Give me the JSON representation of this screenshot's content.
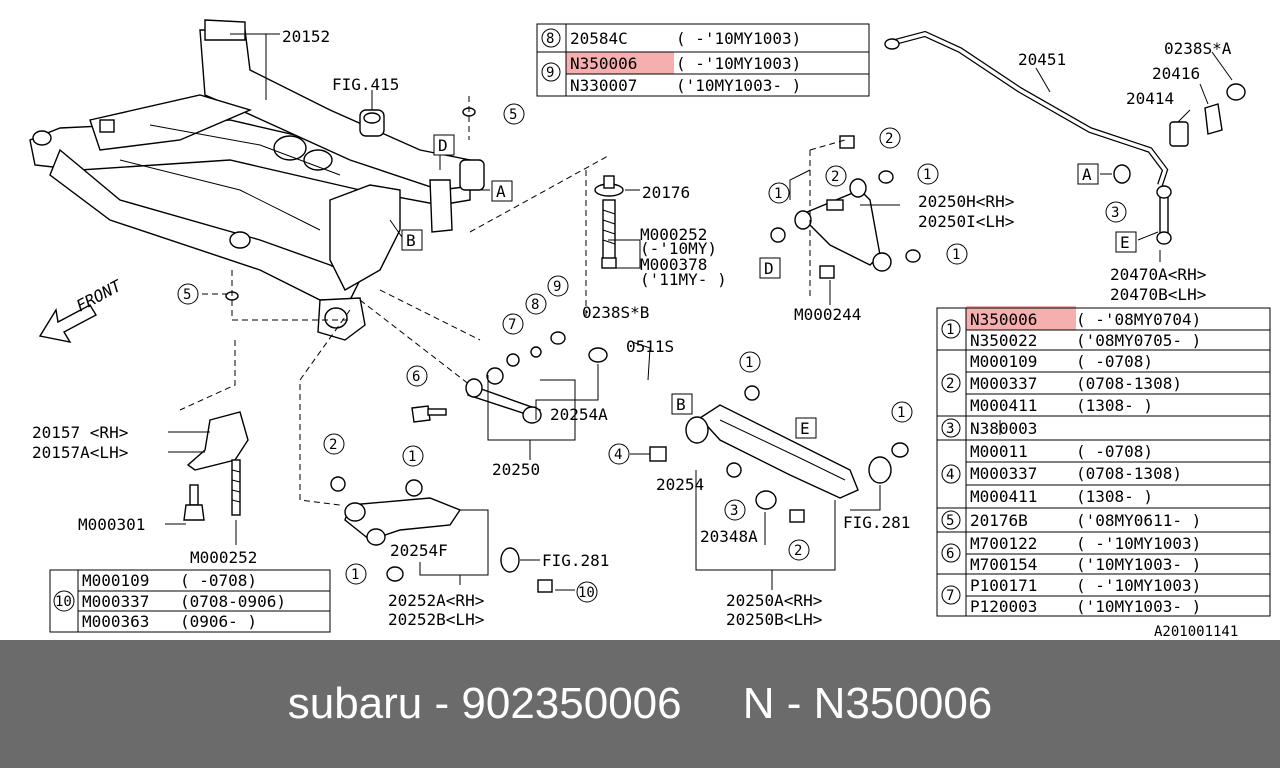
{
  "labels": {
    "p20152": "20152",
    "fig415": "FIG.415",
    "p20176": "20176",
    "m252": "M000252",
    "m252_note": "(-'10MY)",
    "m378": "M000378",
    "m378_note": "('11MY-  )",
    "front": "FRONT",
    "p20157": "20157 <RH>",
    "p20157a": "20157A<LH>",
    "m301": "M000301",
    "m252b": "M000252",
    "p0238sb": "0238S*B",
    "p0511s": "0511S",
    "p20254a": "20254A",
    "p20250": "20250",
    "p20254f": "20254F",
    "fig281a": "FIG.281",
    "p20252a": "20252A<RH>",
    "p20252b": "20252B<LH>",
    "p20254": "20254",
    "p20348a": "20348A",
    "fig281b": "FIG.281",
    "p20250a": "20250A<RH>",
    "p20250b": "20250B<LH>",
    "p20451": "20451",
    "p0238sa": "0238S*A",
    "p20416": "20416",
    "p20414": "20414",
    "p20250h": "20250H<RH>",
    "p20250i": "20250I<LH>",
    "m244": "M000244",
    "p20470a": "20470A<RH>",
    "p20470b": "20470B<LH>",
    "ref": "A201001141",
    "letter_a": "A",
    "letter_b": "B",
    "letter_d": "D",
    "letter_e": "E"
  },
  "callouts": [
    "1",
    "2",
    "3",
    "4",
    "5",
    "6",
    "7",
    "8",
    "9",
    "10"
  ],
  "top_table": [
    {
      "num": "8",
      "part": "20584C",
      "range": "(     -'10MY1003)"
    },
    {
      "num": "9",
      "part": "N350006",
      "range": "(     -'10MY1003)"
    },
    {
      "num": "",
      "part": "N330007",
      "range": "('10MY1003-     )"
    }
  ],
  "left_table": {
    "num": "10",
    "rows": [
      {
        "part": "M000109",
        "range": "(   -0708)"
      },
      {
        "part": "M000337",
        "range": "(0708-0906)"
      },
      {
        "part": "M000363",
        "range": "(0906-   )"
      }
    ]
  },
  "right_table": [
    {
      "num": "1",
      "rows": [
        {
          "part": "N350006",
          "range": "(   -'08MY0704)"
        },
        {
          "part": "N350022",
          "range": "('08MY0705-     )"
        }
      ]
    },
    {
      "num": "2",
      "rows": [
        {
          "part": "M000109",
          "range": "(      -0708)"
        },
        {
          "part": "M000337",
          "range": "(0708-1308)"
        },
        {
          "part": "M000411",
          "range": "(1308-      )"
        }
      ]
    },
    {
      "num": "3",
      "rows": [
        {
          "part": "N380003",
          "range": ""
        }
      ]
    },
    {
      "num": "4",
      "rows": [
        {
          "part": "M00011",
          "range": "(      -0708)"
        },
        {
          "part": "M000337",
          "range": "(0708-1308)"
        },
        {
          "part": "M000411",
          "range": "(1308-      )"
        }
      ]
    },
    {
      "num": "5",
      "rows": [
        {
          "part": "20176B",
          "range": "('08MY0611-   )"
        }
      ]
    },
    {
      "num": "6",
      "rows": [
        {
          "part": "M700122",
          "range": "(     -'10MY1003)"
        },
        {
          "part": "M700154",
          "range": "('10MY1003-     )"
        }
      ]
    },
    {
      "num": "7",
      "rows": [
        {
          "part": "P100171",
          "range": "(     -'10MY1003)"
        },
        {
          "part": "P120003",
          "range": "('10MY1003-     )"
        }
      ]
    }
  ],
  "footer": {
    "brand": "subaru",
    "sep1": " - ",
    "number": "902350006",
    "gap": "     ",
    "code": "N",
    "sep2": " - ",
    "part": "N350006"
  },
  "colors": {
    "highlight": "#f4a6a6",
    "footer_bg": "#6b6b6b"
  }
}
